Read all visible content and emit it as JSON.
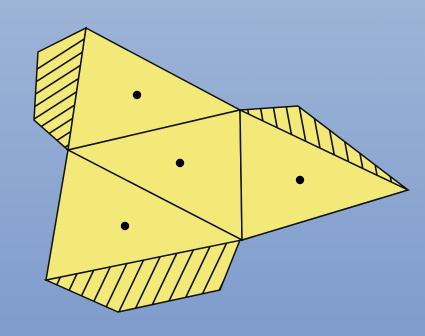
{
  "colors": {
    "background_top": "#9db4d6",
    "background_bottom": "#7f9ccc",
    "face_fill": "#f2e979",
    "face_fill_dark": "#e8dd6a",
    "edge": "#111111",
    "dot": "#000000"
  },
  "net": {
    "triangle_count": 4,
    "tab_count": 3,
    "dot_count": 4
  }
}
